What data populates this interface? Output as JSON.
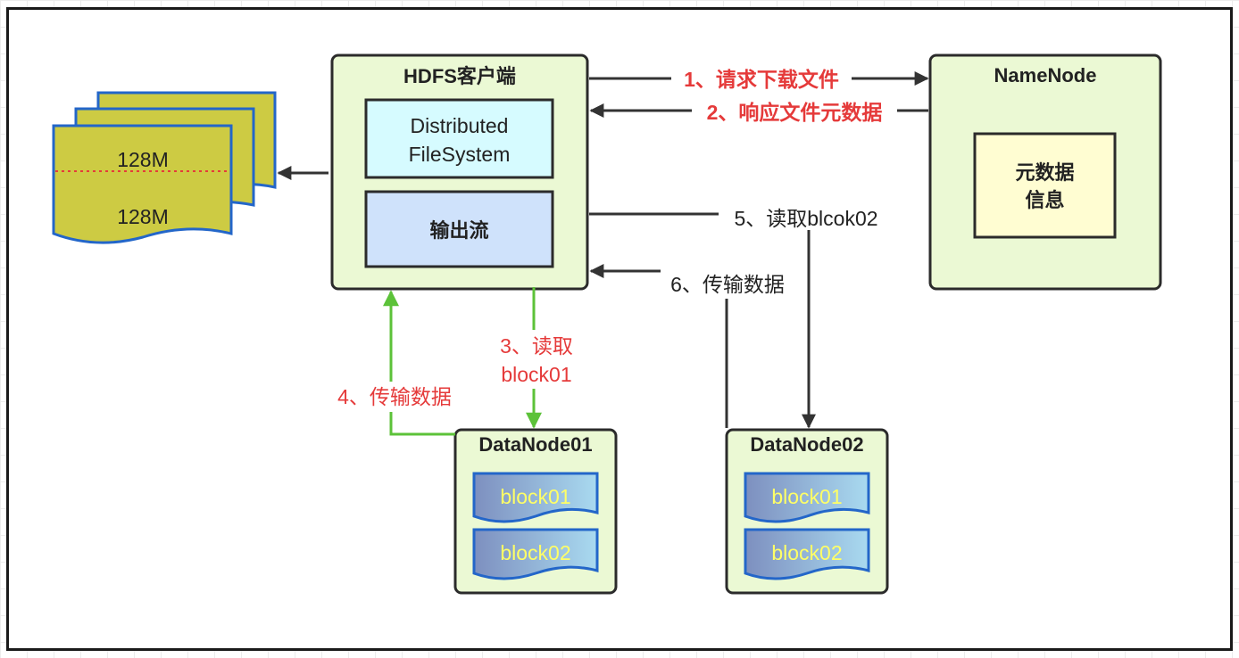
{
  "colors": {
    "box_fill": "#ebf9d4",
    "box_stroke": "#2b2b2b",
    "inner_df_fill": "#d6fbff",
    "inner_out_fill": "#cfe2fb",
    "meta_fill": "#fffdd2",
    "file_fill": "#cdcb43",
    "file_stroke": "#2366c9",
    "block_text": "#ffff66",
    "red_text": "#e53a3a",
    "green_line": "#5cc239",
    "dark_line": "#333333"
  },
  "client": {
    "title": "HDFS客户端",
    "dfs_line1": "Distributed",
    "dfs_line2": "FileSystem",
    "output_stream": "输出流"
  },
  "namenode": {
    "title": "NameNode",
    "meta_line1": "元数据",
    "meta_line2": "信息"
  },
  "file": {
    "top_label": "128M",
    "bottom_label": "128M"
  },
  "datanode01": {
    "title": "DataNode01",
    "blocks": [
      "block01",
      "block02"
    ]
  },
  "datanode02": {
    "title": "DataNode02",
    "blocks": [
      "block01",
      "block02"
    ]
  },
  "steps": {
    "s1": "1、请求下载文件",
    "s2": "2、响应文件元数据",
    "s3_line1": "3、读取",
    "s3_line2": "block01",
    "s4": "4、传输数据",
    "s5": "5、读取blcok02",
    "s6": "6、传输数据"
  }
}
